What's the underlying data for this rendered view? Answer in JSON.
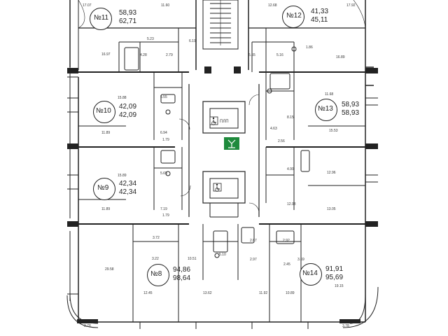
{
  "apartments": [
    {
      "id": "apt-11",
      "number": "№11",
      "area_total": "58,93",
      "area_alt": "62,71"
    },
    {
      "id": "apt-12",
      "number": "№12",
      "area_total": "41,33",
      "area_alt": "45,11"
    },
    {
      "id": "apt-10",
      "number": "№10",
      "area_total": "42,09",
      "area_alt": "42,09"
    },
    {
      "id": "apt-13",
      "number": "№13",
      "area_total": "58,93",
      "area_alt": "58,93"
    },
    {
      "id": "apt-9",
      "number": "№9",
      "area_total": "42,34",
      "area_alt": "42,34"
    },
    {
      "id": "apt-8",
      "number": "№8",
      "area_total": "94,86",
      "area_alt": "98,64"
    },
    {
      "id": "apt-14",
      "number": "№14",
      "area_total": "91,91",
      "area_alt": "95,69"
    }
  ],
  "room_areas": [
    "17.07",
    "11.60",
    "12.68",
    "17.92",
    "5.23",
    "4.28",
    "2.79",
    "6.19",
    "5.55",
    "5.16",
    "1.86",
    "16.97",
    "16.89",
    "15.88",
    "5.55",
    "11.68",
    "8.15",
    "11.89",
    "6.94",
    "15.53",
    "1.79",
    "4.63",
    "2.56",
    "15.89",
    "5.65",
    "4.90",
    "12.96",
    "11.89",
    "7.19",
    "12.08",
    "13.05",
    "1.79",
    "3.72",
    "3.22",
    "10.51",
    "5.10",
    "2.87",
    "2.92",
    "2.97",
    "3.69",
    "2.45",
    "29.58",
    "12.45",
    "13.62",
    "11.92",
    "10.89",
    "19.15",
    "3.78",
    "3.78"
  ],
  "icons": {
    "elevator_1": "wheelchair-icon",
    "elevator_2": "wheelchair-icon",
    "exit": "emergency-exit-icon"
  },
  "elevator_label": "ПЛП",
  "colors": {
    "walls": "#222222",
    "exit_sign": "#1e8a3c"
  }
}
